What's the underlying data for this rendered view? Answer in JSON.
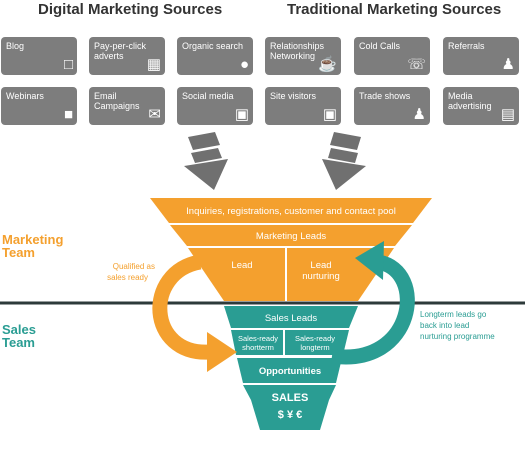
{
  "headers": {
    "digital": "Digital Marketing Sources",
    "traditional": "Traditional Marketing Sources"
  },
  "digital_sources": [
    {
      "label": "Blog",
      "icon": "speech-bubble-icon"
    },
    {
      "label": "Pay-per-click adverts",
      "icon": "browser-window-icon"
    },
    {
      "label": "Organic search",
      "icon": "globe-search-icon"
    },
    {
      "label": "Webinars",
      "icon": "video-camera-icon"
    },
    {
      "label": "Email Campaigns",
      "icon": "envelope-icon"
    },
    {
      "label": "Social media",
      "icon": "social-media-icon"
    }
  ],
  "traditional_sources": [
    {
      "label": "Relationships Networking",
      "icon": "coffee-cup-icon"
    },
    {
      "label": "Cold Calls",
      "icon": "phone-icon"
    },
    {
      "label": "Referrals",
      "icon": "people-icon"
    },
    {
      "label": "Site visitors",
      "icon": "monitor-icon"
    },
    {
      "label": "Trade shows",
      "icon": "presenter-icon"
    },
    {
      "label": "Media advertising",
      "icon": "document-icon"
    }
  ],
  "teams": {
    "marketing_line1": "Marketing",
    "marketing_line2": "Team",
    "sales_line1": "Sales",
    "sales_line2": "Team"
  },
  "funnel": {
    "pool": "Inquiries, registrations, customer and contact pool",
    "marketing_leads": "Marketing Leads",
    "lead": "Lead",
    "lead_nurturing_1": "Lead",
    "lead_nurturing_2": "nurturing",
    "sales_leads": "Sales Leads",
    "short_1": "Sales-ready",
    "short_2": "shortterm",
    "long_1": "Sales-ready",
    "long_2": "longterm",
    "opportunities": "Opportunities",
    "sales": "SALES",
    "currencies": "$ ¥ €"
  },
  "annotations": {
    "qualified_1": "Qualified as",
    "qualified_2": "sales ready",
    "longterm_1": "Longterm leads go",
    "longterm_2": "back into lead",
    "longterm_3": "nurturing programme"
  },
  "colors": {
    "orange": "#f4a02e",
    "teal": "#2a9d93",
    "tile_gray": "#7d7d7d",
    "arrow_gray": "#707070",
    "divider": "#2d3a3a"
  }
}
